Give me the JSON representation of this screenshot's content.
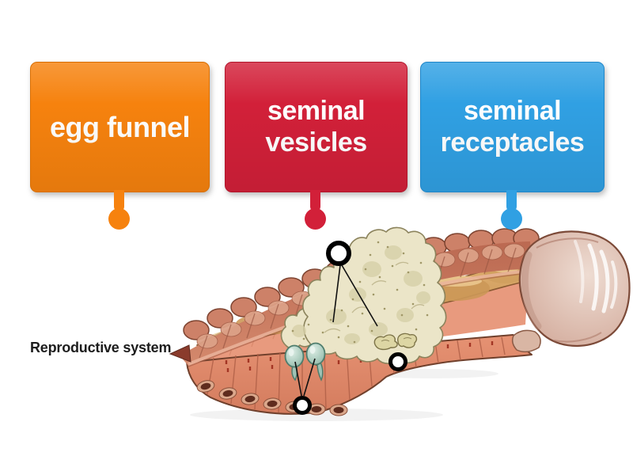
{
  "page": {
    "background_color": "#ffffff"
  },
  "cards": [
    {
      "text": "egg funnel",
      "color": "#f6820e",
      "edge_color": "#d96f04"
    },
    {
      "text": "seminal vesicles",
      "color": "#d22039",
      "edge_color": "#b2172c"
    },
    {
      "text": "seminal receptacles",
      "color": "#30a0e3",
      "edge_color": "#1f86c9"
    }
  ],
  "diagram": {
    "caption": "Reproductive system",
    "caption_color": "#1c1c1c",
    "markers": [
      {
        "name": "marker-top"
      },
      {
        "name": "marker-middle-right"
      },
      {
        "name": "marker-bottom"
      }
    ],
    "marker_ring_color": "#000000",
    "marker_fill_color": "#ffffff"
  }
}
